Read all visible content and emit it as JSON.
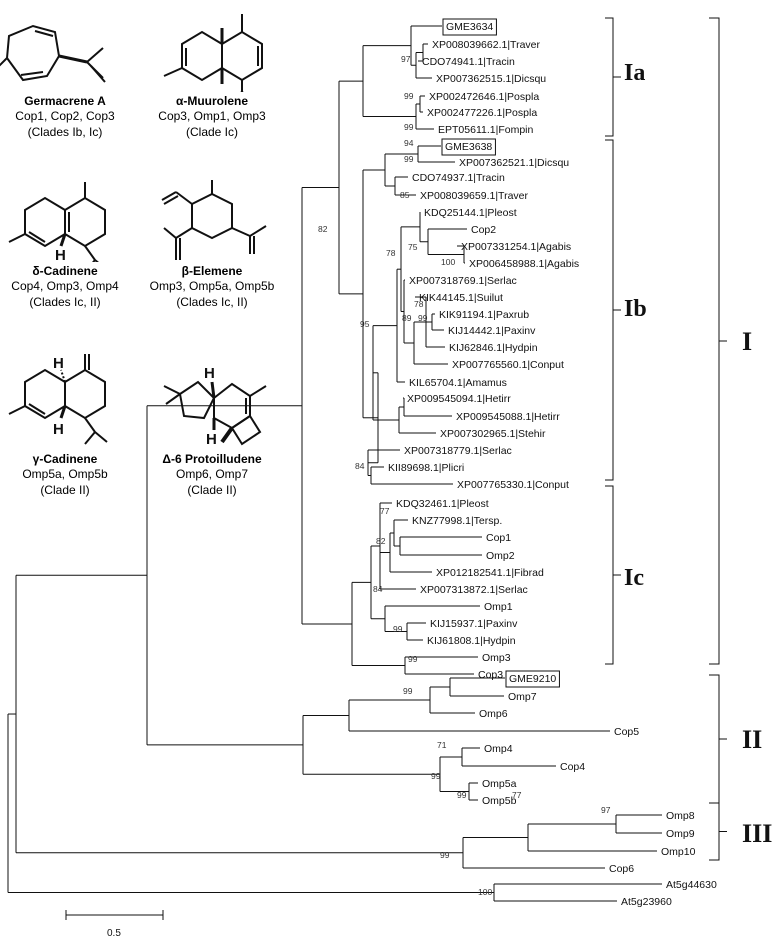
{
  "compounds": [
    {
      "name": "Germacrene A",
      "enzymes": "Cop1, Cop2, Cop3",
      "clades": "(Clades Ib, Ic)"
    },
    {
      "name": "α-Muurolene",
      "enzymes": "Cop3, Omp1, Omp3",
      "clades": "(Clade Ic)"
    },
    {
      "name": "δ-Cadinene",
      "enzymes": "Cop4, Omp3, Omp4",
      "clades": "(Clades Ic, II)"
    },
    {
      "name": "β-Elemene",
      "enzymes": "Omp3, Omp5a, Omp5b",
      "clades": "(Clades Ic, II)"
    },
    {
      "name": "γ-Cadinene",
      "enzymes": "Omp5a, Omp5b",
      "clades": "(Clade II)"
    },
    {
      "name": "Δ-6 Protoilludene",
      "enzymes": "Omp6, Omp7",
      "clades": "(Clade II)"
    }
  ],
  "atom_label": "H",
  "leaves": [
    {
      "id": "GME3634",
      "label": "GME3634",
      "boxed": true
    },
    {
      "id": "L_traver1",
      "label": "XP008039662.1|Traver"
    },
    {
      "id": "L_tracin1",
      "label": "CDO74941.1|Tracin"
    },
    {
      "id": "L_dicsqu1",
      "label": "XP007362515.1|Dicsqu"
    },
    {
      "id": "L_pospla1",
      "label": "XP002472646.1|Pospla"
    },
    {
      "id": "L_pospla2",
      "label": "XP002477226.1|Pospla"
    },
    {
      "id": "L_fompin",
      "label": "EPT05611.1|Fompin"
    },
    {
      "id": "GME3638",
      "label": "GME3638",
      "boxed": true
    },
    {
      "id": "L_dicsqu2",
      "label": "XP007362521.1|Dicsqu"
    },
    {
      "id": "L_tracin2",
      "label": "CDO74937.1|Tracin"
    },
    {
      "id": "L_traver2",
      "label": "XP008039659.1|Traver"
    },
    {
      "id": "L_pleost1",
      "label": "KDQ25144.1|Pleost"
    },
    {
      "id": "Cop2",
      "label": "Cop2"
    },
    {
      "id": "L_agabis1",
      "label": "XP007331254.1|Agabis"
    },
    {
      "id": "L_agabis2",
      "label": "XP006458988.1|Agabis"
    },
    {
      "id": "L_serlac1",
      "label": "XP007318769.1|Serlac"
    },
    {
      "id": "L_suilut",
      "label": "KIK44145.1|Suilut"
    },
    {
      "id": "L_paxrub",
      "label": "KIK91194.1|Paxrub"
    },
    {
      "id": "L_paxinv1",
      "label": "KIJ14442.1|Paxinv"
    },
    {
      "id": "L_hydpin1",
      "label": "KIJ62846.1|Hydpin"
    },
    {
      "id": "L_conput1",
      "label": "XP007765560.1|Conput"
    },
    {
      "id": "L_amamus",
      "label": "KIL65704.1|Amamus"
    },
    {
      "id": "L_hetirr1",
      "label": "XP009545094.1|Hetirr"
    },
    {
      "id": "L_hetirr2",
      "label": "XP009545088.1|Hetirr"
    },
    {
      "id": "L_stehir",
      "label": "XP007302965.1|Stehir"
    },
    {
      "id": "L_serlac2",
      "label": "XP007318779.1|Serlac"
    },
    {
      "id": "L_plicri",
      "label": "KII89698.1|Plicri"
    },
    {
      "id": "L_conput2",
      "label": "XP007765330.1|Conput"
    },
    {
      "id": "L_pleost2",
      "label": "KDQ32461.1|Pleost"
    },
    {
      "id": "L_tersp",
      "label": "KNZ77998.1|Tersp."
    },
    {
      "id": "Cop1",
      "label": "Cop1"
    },
    {
      "id": "Omp2",
      "label": "Omp2"
    },
    {
      "id": "L_fibrad",
      "label": "XP012182541.1|Fibrad"
    },
    {
      "id": "L_serlac3",
      "label": "XP007313872.1|Serlac"
    },
    {
      "id": "Omp1",
      "label": "Omp1"
    },
    {
      "id": "L_paxinv2",
      "label": "KIJ15937.1|Paxinv"
    },
    {
      "id": "L_hydpin2",
      "label": "KIJ61808.1|Hydpin"
    },
    {
      "id": "Omp3",
      "label": "Omp3"
    },
    {
      "id": "Cop3",
      "label": "Cop3"
    },
    {
      "id": "GME9210",
      "label": "GME9210",
      "boxed": true
    },
    {
      "id": "Omp7",
      "label": "Omp7"
    },
    {
      "id": "Omp6",
      "label": "Omp6"
    },
    {
      "id": "Cop5",
      "label": "Cop5"
    },
    {
      "id": "Omp4",
      "label": "Omp4"
    },
    {
      "id": "Cop4",
      "label": "Cop4"
    },
    {
      "id": "Omp5a",
      "label": "Omp5a"
    },
    {
      "id": "Omp5b",
      "label": "Omp5b"
    },
    {
      "id": "Omp8",
      "label": "Omp8"
    },
    {
      "id": "Omp9",
      "label": "Omp9"
    },
    {
      "id": "Omp10",
      "label": "Omp10"
    },
    {
      "id": "Cop6",
      "label": "Cop6"
    },
    {
      "id": "At5g44630",
      "label": "At5g44630"
    },
    {
      "id": "At5g23960",
      "label": "At5g23960"
    }
  ],
  "bootstrap_values": [
    "97",
    "99",
    "99",
    "99",
    "94",
    "85",
    "78",
    "75",
    "100",
    "78",
    "89",
    "99",
    "95",
    "82",
    "84",
    "77",
    "82",
    "84",
    "99",
    "99",
    "99",
    "71",
    "99",
    "99",
    "97",
    "77",
    "99",
    "100"
  ],
  "subclades": [
    "Ia",
    "Ib",
    "Ic"
  ],
  "clades": [
    "I",
    "II",
    "III"
  ],
  "scale_label": "0.5"
}
